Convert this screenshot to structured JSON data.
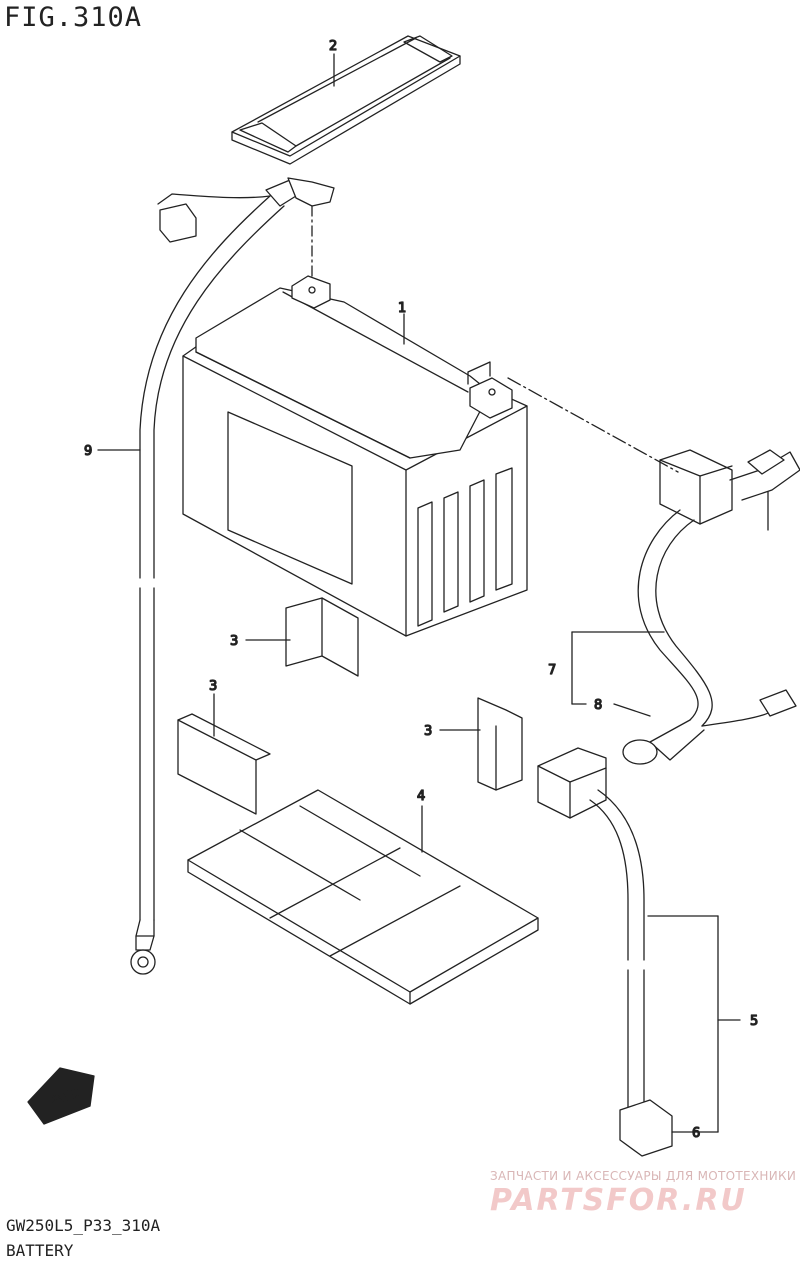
{
  "figure": {
    "title": "FIG.310A",
    "code": "GW250L5_P33_310A",
    "name": "BATTERY"
  },
  "callouts": [
    "1",
    "2",
    "3",
    "3",
    "3",
    "4",
    "5",
    "6",
    "7",
    "8",
    "9"
  ],
  "direction_badge": "FWD",
  "watermark": {
    "tagline": "ЗАПЧАСТИ И АКСЕССУАРЫ ДЛЯ МОТОТЕХНИКИ",
    "logo": "PARTSFOR.RU"
  },
  "colors": {
    "line": "#222222",
    "watermark": "#f2c9c9"
  }
}
